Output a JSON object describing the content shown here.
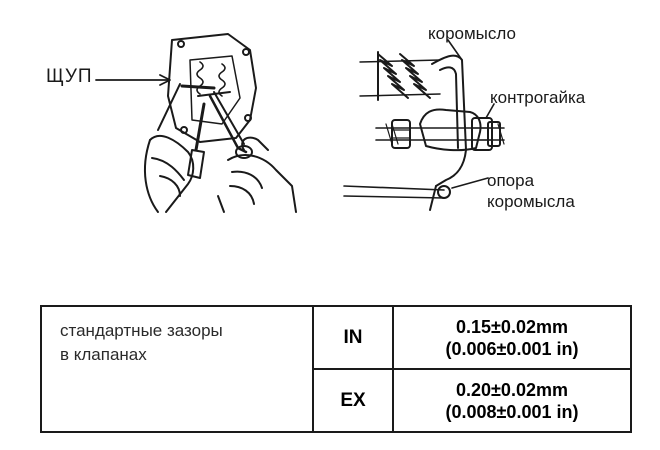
{
  "labels": {
    "feeler_gauge": "ЩУП",
    "rocker_arm": "коромысло",
    "lock_nut": "контрогайка",
    "rocker_pivot_line1": "опора",
    "rocker_pivot_line2": "коромысла"
  },
  "table": {
    "description_line1": "стандартные зазоры",
    "description_line2": "в клапанах",
    "rows": [
      {
        "code": "IN",
        "value_mm": "0.15±0.02mm",
        "value_in": "(0.006±0.001 in)"
      },
      {
        "code": "EX",
        "value_mm": "0.20±0.02mm",
        "value_in": "(0.008±0.001 in)"
      }
    ]
  }
}
